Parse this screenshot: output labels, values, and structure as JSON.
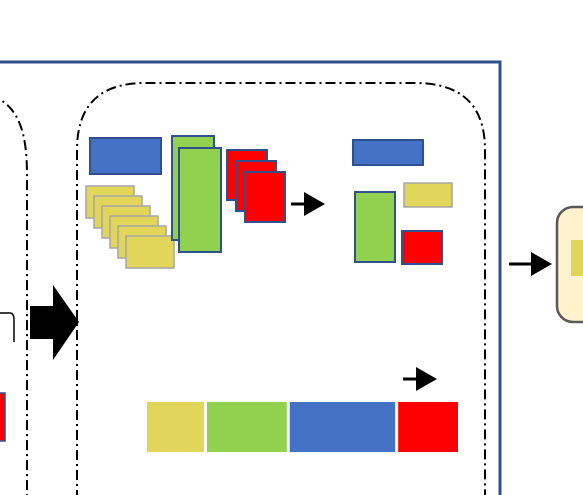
{
  "colors": {
    "blue": "#4472C4",
    "blue_border": "#2F528F",
    "green": "#92D050",
    "red": "#FF0000",
    "yellow": "#E2D65A",
    "yellow_border": "#A6A6A6",
    "frame": "#2F4F8F",
    "output_fill": "#FFF2CC",
    "output_border": "#595959",
    "black": "#000000"
  },
  "diagram": {
    "yellow_stack_count": 6,
    "red_stack_count": 3,
    "green_stack_count": 2,
    "feature_bar_order": [
      "yellow",
      "green",
      "blue",
      "red"
    ],
    "feature_bar_weights": [
      1,
      1.4,
      1.85,
      1.05
    ]
  }
}
